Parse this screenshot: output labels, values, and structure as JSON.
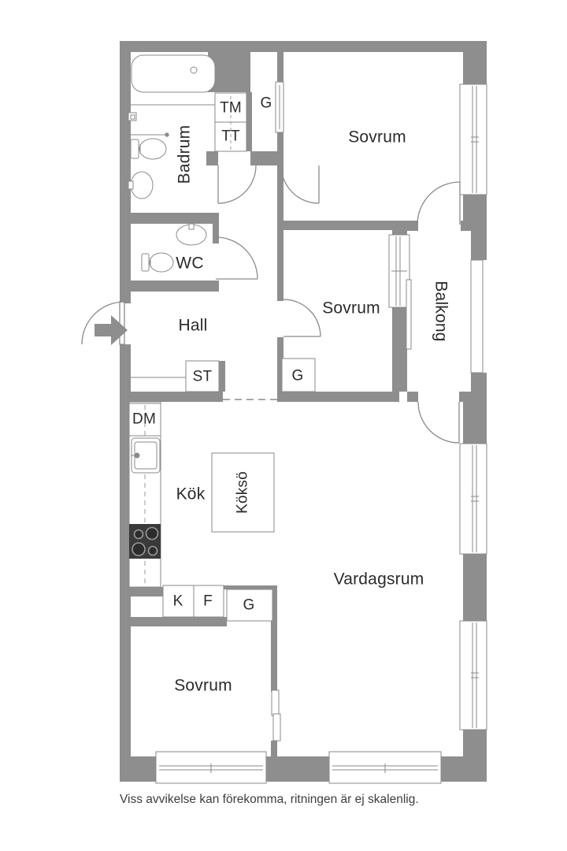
{
  "plan": {
    "rooms": {
      "badrum": "Badrum",
      "wc": "WC",
      "hall": "Hall",
      "sovrum_top": "Sovrum",
      "sovrum_mid": "Sovrum",
      "sovrum_bottom": "Sovrum",
      "balkong": "Balkong",
      "kok": "Kök",
      "kokso": "Köksö",
      "vardagsrum": "Vardagsrum"
    },
    "closets": {
      "tm": "TM",
      "tt": "TT",
      "g_top": "G",
      "g_mid": "G",
      "g_bottom": "G",
      "st": "ST",
      "dm": "DM",
      "k": "K",
      "f": "F"
    },
    "footer": "Viss avvikelse kan förekomma, ritningen är ej skalenlig.",
    "colors": {
      "wall": "#8e8e8e",
      "line": "#8a8a8a",
      "dash": "#a6a6a6",
      "text": "#2b2b2b",
      "stove": "#3a3a3a",
      "background": "#ffffff"
    },
    "icons": [
      "bathtub-icon",
      "toilet-icon",
      "bathroom-sink-icon",
      "wc-sink-icon",
      "wc-toilet-icon",
      "kitchen-sink-icon",
      "stove-icon",
      "entrance-arrow-icon",
      "window-icon",
      "door-arc-icon"
    ]
  }
}
